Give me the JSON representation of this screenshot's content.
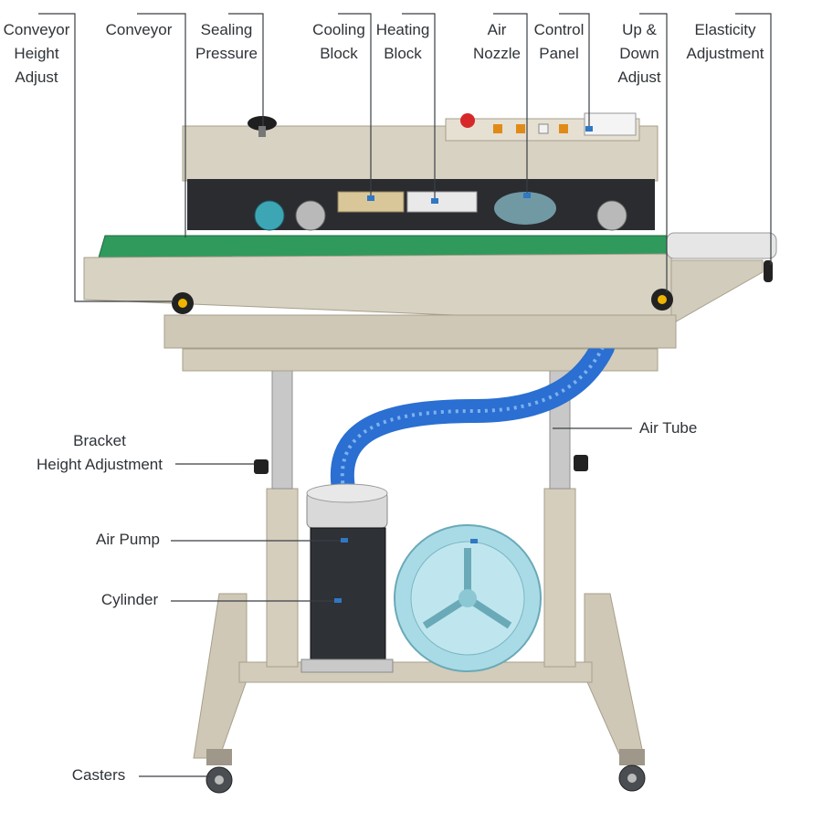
{
  "callouts_top": [
    {
      "id": "conveyor-height-adjust",
      "text": "Conveyor\nHeight\nAdjust"
    },
    {
      "id": "conveyor",
      "text": "Conveyor"
    },
    {
      "id": "sealing-pressure",
      "text": "Sealing\nPressure"
    },
    {
      "id": "cooling-block",
      "text": "Cooling\nBlock"
    },
    {
      "id": "heating-block",
      "text": "Heating\nBlock"
    },
    {
      "id": "air-nozzle",
      "text": "Air\nNozzle"
    },
    {
      "id": "control-panel",
      "text": "Control\nPanel"
    },
    {
      "id": "up-down-adjust",
      "text": "Up &\nDown\nAdjust"
    },
    {
      "id": "elasticity-adjustment",
      "text": "Elasticity\nAdjustment"
    }
  ],
  "callouts_side": [
    {
      "id": "air-tube",
      "text": "Air Tube"
    },
    {
      "id": "bracket-height-adjustment",
      "text": "Bracket\nHeight Adjustment"
    },
    {
      "id": "air-pump",
      "text": "Air Pump"
    },
    {
      "id": "cylinder",
      "text": "Cylinder"
    },
    {
      "id": "casters",
      "text": "Casters"
    }
  ],
  "colors": {
    "leader_line": "#3a3f45",
    "accent_tick": "#2f78c4",
    "body_beige": "#d8d2c2",
    "conveyor_green": "#2f9a5c",
    "air_tube_blue": "#2a6fd1",
    "pump_blue": "#a9dbe6",
    "cylinder_dark": "#2e3136"
  }
}
